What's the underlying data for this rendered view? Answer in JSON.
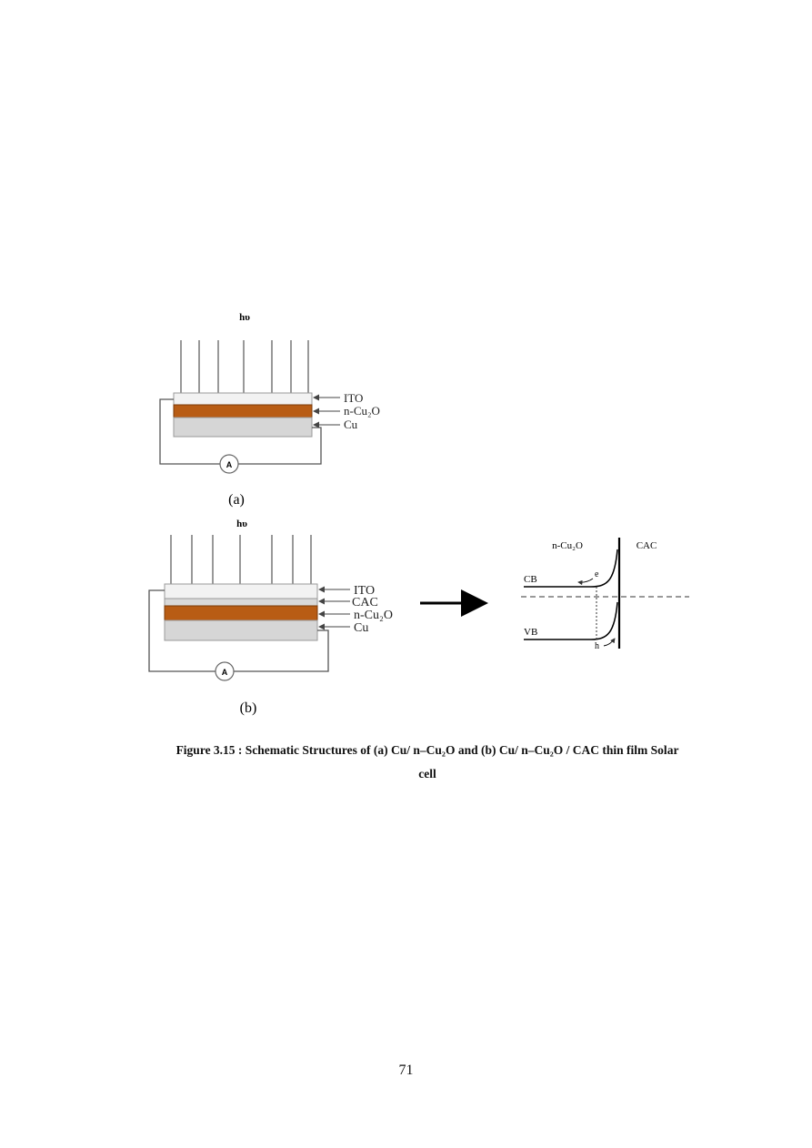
{
  "figure": {
    "panel_a": {
      "light_label": "hυ",
      "layers": [
        "ITO",
        "n-Cu₂O",
        "Cu"
      ],
      "ammeter": "A",
      "caption": "(a)"
    },
    "panel_b": {
      "light_label": "hυ",
      "layers": [
        "ITO",
        "CAC",
        "n-Cu₂O",
        "Cu"
      ],
      "ammeter": "A",
      "caption": "(b)"
    },
    "band_diagram": {
      "left_region": "n-Cu₂O",
      "right_region": "CAC",
      "cb": "CB",
      "vb": "VB",
      "electron": "e",
      "hole": "h"
    },
    "colors": {
      "ito": "#f2f2f2",
      "cac": "#d9d9d9",
      "cu2o": "#b85c14",
      "cu": "#d6d6d6",
      "wire": "#555555"
    }
  },
  "caption": {
    "line1": "Figure 3.15 : Schematic Structures of (a) Cu/ n–Cu₂O and (b) Cu/ n–Cu₂O / CAC thin film Solar",
    "line2": "cell"
  },
  "page_number": "71"
}
